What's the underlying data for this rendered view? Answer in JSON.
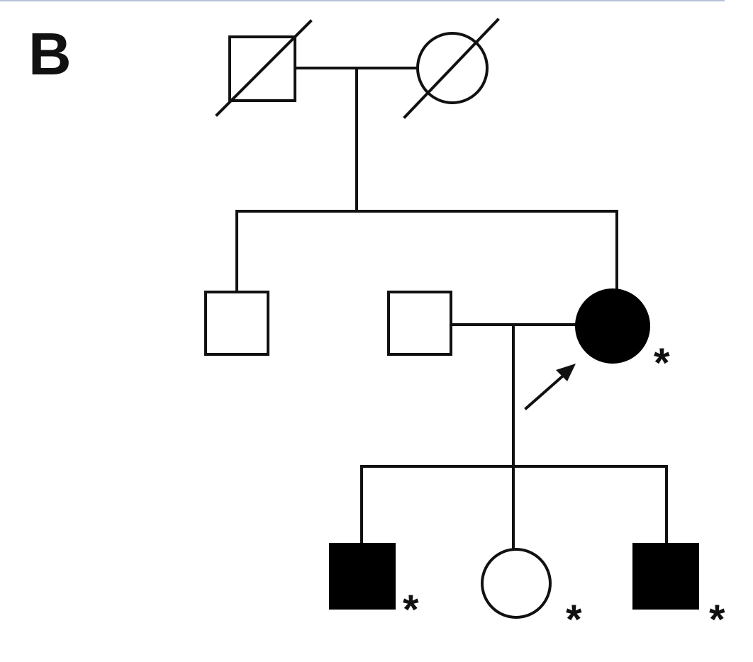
{
  "figure": {
    "panel_label": "B",
    "tested_marker": "*",
    "colors": {
      "line": "#111111",
      "affected_fill": "#000000",
      "unaffected_fill": "#ffffff",
      "top_rule": "#b7c2d6"
    }
  },
  "pedigree": {
    "generation_1": [
      {
        "sex": "male",
        "affected": false,
        "deceased": true
      },
      {
        "sex": "female",
        "affected": false,
        "deceased": true
      }
    ],
    "generation_2": [
      {
        "sex": "male",
        "affected": false
      },
      {
        "sex": "male",
        "affected": false,
        "note": "spouse"
      },
      {
        "sex": "female",
        "affected": true,
        "proband": true,
        "marked": true
      }
    ],
    "generation_3": [
      {
        "sex": "male",
        "affected": true,
        "marked": true
      },
      {
        "sex": "female",
        "affected": false,
        "marked": true
      },
      {
        "sex": "male",
        "affected": true,
        "marked": true
      }
    ]
  }
}
